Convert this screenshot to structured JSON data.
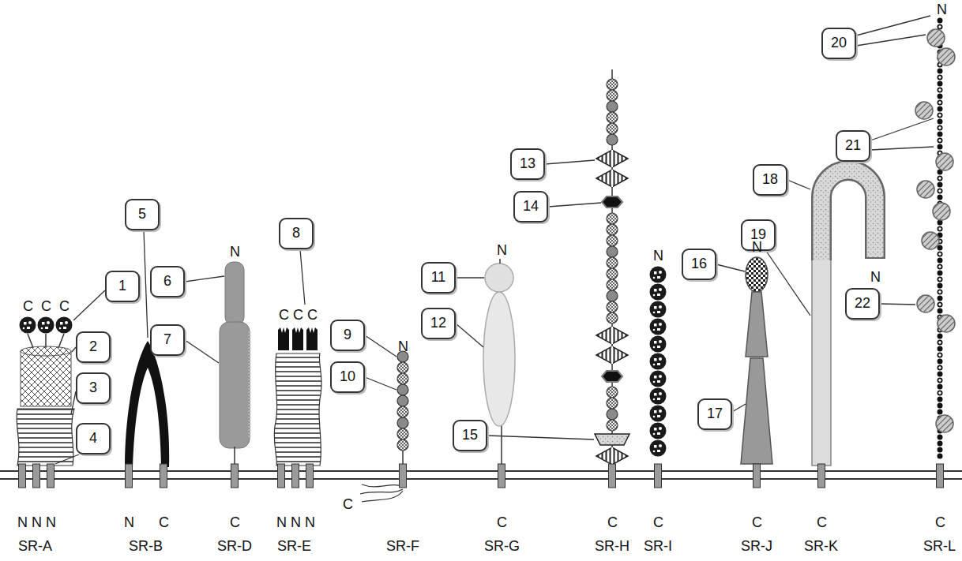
{
  "diagram": {
    "nodes": [
      {
        "text": [
          "1"
        ]
      },
      {
        "text": [
          "2"
        ]
      },
      {
        "text": [
          "3"
        ]
      },
      {
        "text": [
          "4"
        ]
      },
      {
        "text": [
          "5"
        ]
      },
      {
        "text": [
          "6"
        ]
      },
      {
        "text": [
          "7"
        ]
      },
      {
        "text": [
          "8"
        ]
      },
      {
        "text": [
          "9"
        ]
      },
      {
        "text": [
          "10"
        ]
      },
      {
        "text": [
          "11"
        ]
      },
      {
        "text": [
          "12"
        ]
      },
      {
        "text": [
          "13"
        ]
      },
      {
        "text": [
          "14"
        ]
      },
      {
        "text": [
          "15"
        ]
      },
      {
        "text": [
          "16"
        ]
      },
      {
        "text": [
          "17"
        ]
      },
      {
        "text": [
          "18"
        ]
      },
      {
        "text": [
          "19"
        ]
      },
      {
        "text": [
          "20"
        ]
      },
      {
        "text": [
          "21"
        ]
      },
      {
        "text": [
          "22"
        ]
      }
    ],
    "labels": [
      "C",
      "C",
      "C",
      "N",
      "N",
      "N",
      "N",
      "C",
      "N",
      "C",
      "C",
      "C",
      "C",
      "N",
      "N",
      "N",
      "N",
      "C",
      "N",
      "C",
      "C",
      "N",
      "C",
      "N",
      "C",
      "N",
      "C",
      "N",
      "C",
      "SR-A",
      "SR-B",
      "SR-D",
      "SR-E",
      "SR-F",
      "SR-G",
      "SR-H",
      "SR-I",
      "SR-J",
      "SR-K",
      "SR-L"
    ]
  }
}
